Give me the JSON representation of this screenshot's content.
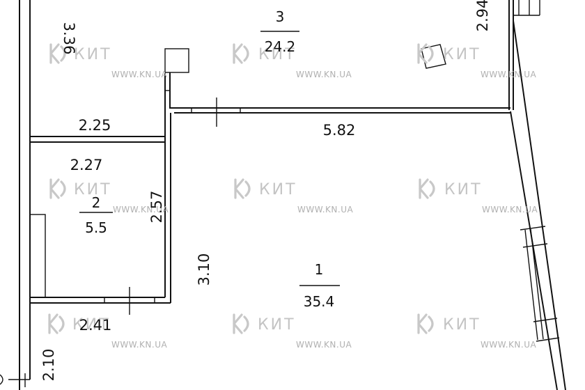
{
  "watermark": {
    "brand": "КИТ",
    "url": "WWW.KN.UA"
  },
  "rooms": [
    {
      "id": "room-1",
      "number": "1",
      "area": "35.4"
    },
    {
      "id": "room-2",
      "number": "2",
      "area": "5.5"
    },
    {
      "id": "room-3",
      "number": "3",
      "area": "24.2"
    }
  ],
  "dimensions": {
    "d_336": "3.36",
    "d_294": "2.94",
    "d_225": "2.25",
    "d_582": "5.82",
    "d_227": "2.27",
    "d_257": "2.57",
    "d_310": "3.10",
    "d_241": "2.41",
    "d_210": "2.10"
  },
  "colors": {
    "line": "#111111",
    "watermark": "#c4c4c4",
    "background": "#ffffff"
  }
}
